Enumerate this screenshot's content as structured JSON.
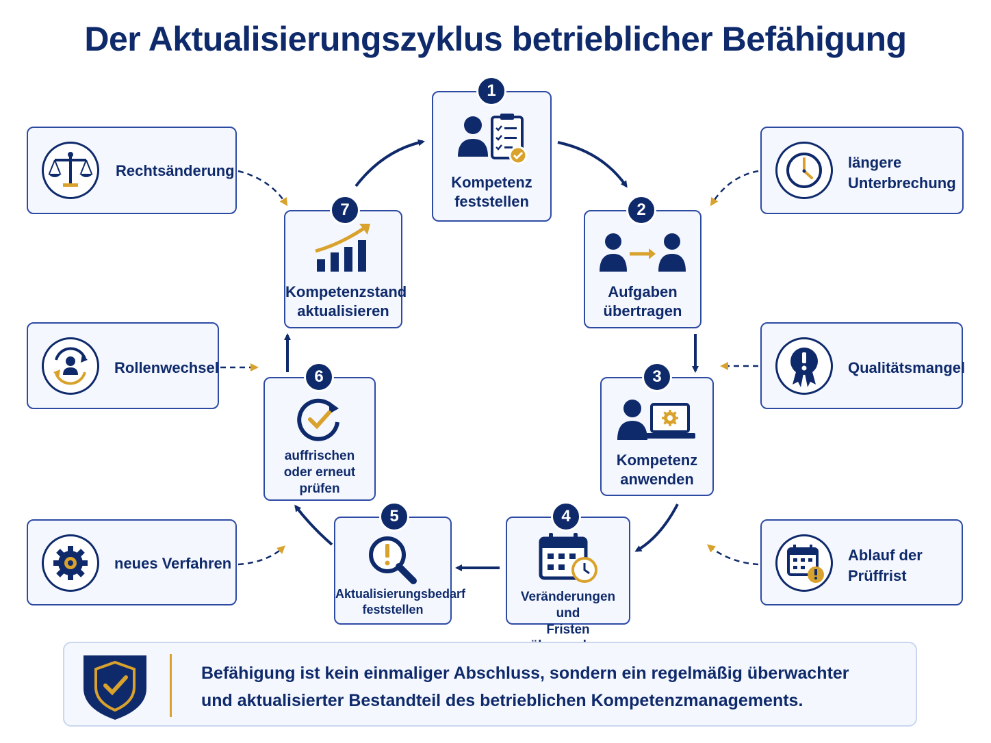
{
  "title": "Der Aktualisierungszyklus betrieblicher Befähigung",
  "colors": {
    "navy": "#0f2a6b",
    "gold": "#d9a22c",
    "box_bg": "#f4f7fd",
    "border": "#2d4aa3"
  },
  "steps": [
    {
      "number": "1",
      "lines": [
        "Kompetenz",
        "feststellen"
      ],
      "icon": "person-clipboard-icon"
    },
    {
      "number": "2",
      "lines": [
        "Aufgaben",
        "übertragen"
      ],
      "icon": "person-transfer-icon"
    },
    {
      "number": "3",
      "lines": [
        "Kompetenz",
        "anwenden"
      ],
      "icon": "person-laptop-icon"
    },
    {
      "number": "4",
      "lines": [
        "Veränderungen und",
        "Fristen überwachen"
      ],
      "icon": "calendar-clock-icon"
    },
    {
      "number": "5",
      "lines": [
        "Aktualisierungsbedarf",
        "feststellen"
      ],
      "icon": "magnifier-alert-icon"
    },
    {
      "number": "6",
      "lines": [
        "auffrischen",
        "oder erneut",
        "prüfen"
      ],
      "icon": "refresh-check-icon"
    },
    {
      "number": "7",
      "lines": [
        "Kompetenzstand",
        "aktualisieren"
      ],
      "icon": "growth-chart-icon"
    }
  ],
  "triggers": {
    "left": [
      {
        "lines": [
          "Rechtsänderung"
        ],
        "icon": "scales-icon"
      },
      {
        "lines": [
          "Rollenwechsel"
        ],
        "icon": "role-change-icon"
      },
      {
        "lines": [
          "neues Verfahren"
        ],
        "icon": "gear-icon"
      }
    ],
    "right": [
      {
        "lines": [
          "längere",
          "Unterbrechung"
        ],
        "icon": "clock-icon"
      },
      {
        "lines": [
          "Qualitätsmangel"
        ],
        "icon": "award-alert-icon"
      },
      {
        "lines": [
          "Ablauf der",
          "Prüffrist"
        ],
        "icon": "calendar-alert-icon"
      }
    ]
  },
  "summary": {
    "icon": "shield-check-icon",
    "lines": [
      "Befähigung ist kein einmaliger Abschluss, sondern ein regelmäßig überwachter",
      "und aktualisierter Bestandteil des betrieblichen Kompetenzmanagements."
    ]
  }
}
